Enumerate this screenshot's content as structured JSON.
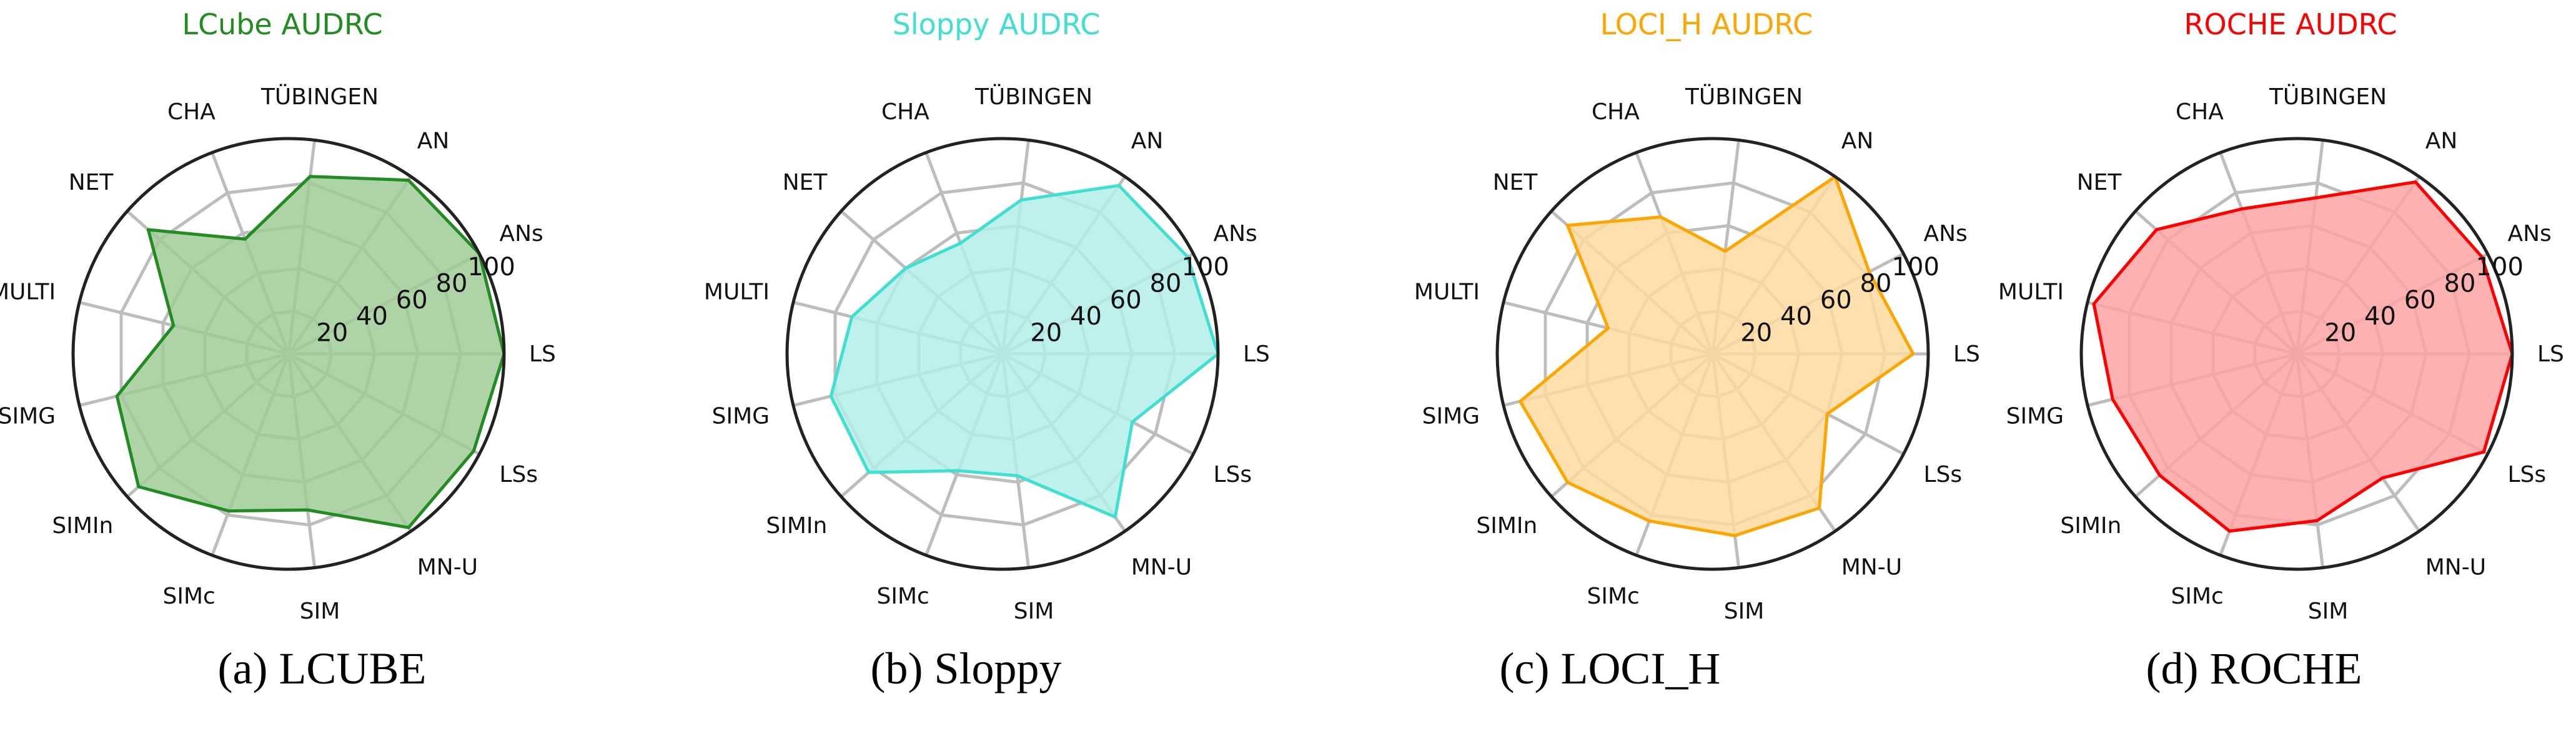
{
  "chart_data": [
    {
      "type": "radar",
      "title": "LCube AUDRC",
      "color": "#228B22",
      "fill": "#9fcb98",
      "axes": [
        "LS",
        "ANs",
        "AN",
        "TÜBINGEN",
        "CHA",
        "NET",
        "MULTI",
        "SIMG",
        "SIMIn",
        "SIMc",
        "SIM",
        "MN-U",
        "LSs"
      ],
      "values": [
        100,
        100,
        98,
        83,
        57,
        87,
        55,
        82,
        93,
        78,
        73,
        98,
        97
      ],
      "rlim": [
        0,
        100
      ],
      "rticks": [
        20,
        40,
        60,
        80,
        100
      ],
      "grid": true,
      "caption": "(a) LCUBE"
    },
    {
      "type": "radar",
      "title": "Sloppy AUDRC",
      "color": "#40E0D0",
      "fill": "#b3efe8",
      "axes": [
        "LS",
        "ANs",
        "AN",
        "TÜBINGEN",
        "CHA",
        "NET",
        "MULTI",
        "SIMG",
        "SIMIn",
        "SIMc",
        "SIM",
        "MN-U",
        "LSs"
      ],
      "values": [
        100,
        97,
        95,
        72,
        55,
        60,
        72,
        82,
        83,
        58,
        57,
        92,
        68
      ],
      "rlim": [
        0,
        100
      ],
      "rticks": [
        20,
        40,
        60,
        80,
        100
      ],
      "grid": true,
      "caption": "(b) Sloppy"
    },
    {
      "type": "radar",
      "title": "LOCI_H AUDRC",
      "color": "#FFA500",
      "fill": "#fed9a0",
      "axes": [
        "LS",
        "ANs",
        "AN",
        "TÜBINGEN",
        "CHA",
        "NET",
        "MULTI",
        "SIMG",
        "SIMIn",
        "SIMc",
        "SIM",
        "MN-U",
        "LSs"
      ],
      "values": [
        93,
        82,
        100,
        48,
        68,
        90,
        50,
        92,
        90,
        83,
        85,
        87,
        60
      ],
      "rlim": [
        0,
        100
      ],
      "rticks": [
        20,
        40,
        60,
        80,
        100
      ],
      "grid": true,
      "caption": "(c) LOCI_H"
    },
    {
      "type": "radar",
      "title": "ROCHE AUDRC",
      "color": "#FF0000",
      "fill": "#fea3a3",
      "axes": [
        "LS",
        "ANs",
        "AN",
        "TÜBINGEN",
        "CHA",
        "NET",
        "MULTI",
        "SIMG",
        "SIMIn",
        "SIMc",
        "SIM",
        "MN-U",
        "LSs"
      ],
      "values": [
        100,
        97,
        97,
        73,
        72,
        87,
        97,
        88,
        85,
        88,
        78,
        70,
        98
      ],
      "rlim": [
        0,
        100
      ],
      "rticks": [
        20,
        40,
        60,
        80,
        100
      ],
      "grid": true,
      "caption": "(d) ROCHE"
    }
  ]
}
